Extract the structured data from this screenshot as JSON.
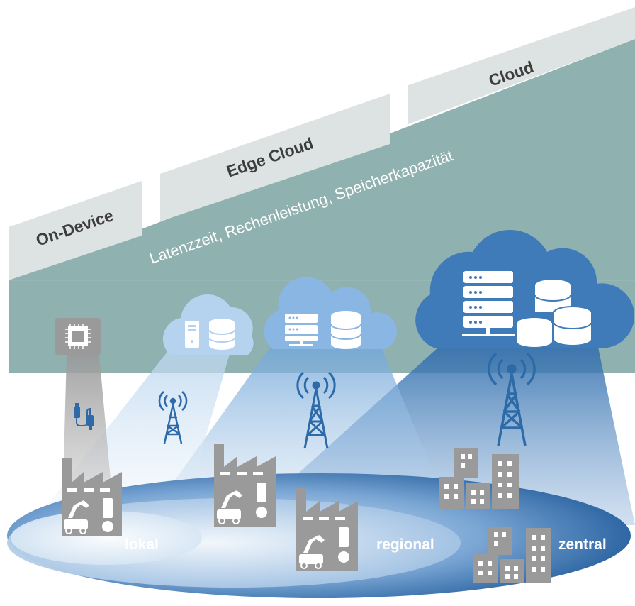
{
  "tiers": {
    "on_device": "On-Device",
    "edge_cloud": "Edge Cloud",
    "cloud": "Cloud"
  },
  "axis_label": "Latenzzeit, Rechenleistung, Speicherkapazität",
  "zones": {
    "local": "lokal",
    "regional": "regional",
    "central": "zentral"
  },
  "colors": {
    "band_grey": "#dde3e2",
    "band_teal": "#8fb1b0",
    "cloud_light": "#b5d3ee",
    "cloud_mid": "#8ab6e3",
    "cloud_dark": "#3f7ab9",
    "ground_dark": "#3a73ad",
    "building_grey": "#9a9a9a"
  }
}
